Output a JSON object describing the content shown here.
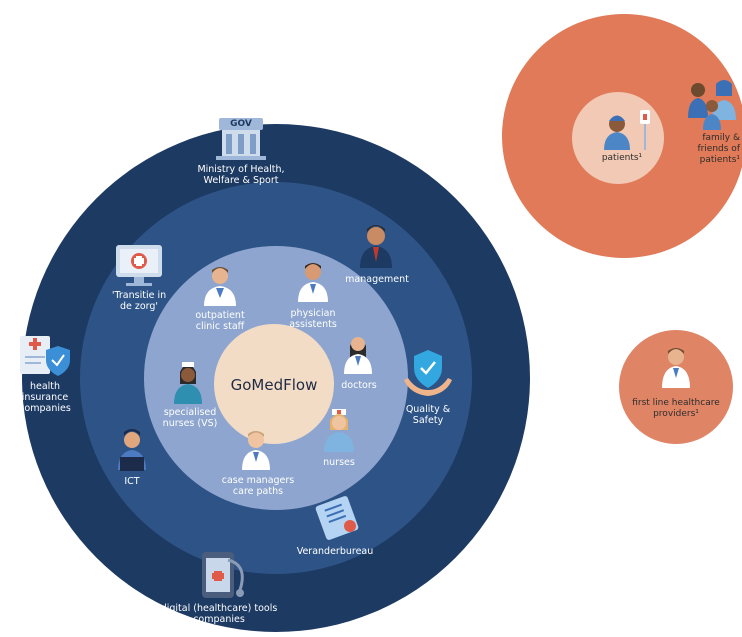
{
  "center": "GoMedFlow",
  "outer_ring": {
    "ministry": "Ministry of Health, Welfare & Sport",
    "gov_badge": "GOV",
    "health_insurance": "health insurance companies",
    "digital_tools": "digital (healthcare) tools companies"
  },
  "middle_ring": {
    "transitie": "'Transitie in de zorg'",
    "management": "management",
    "quality_safety": "Quality & Safety",
    "ict": "ICT",
    "veranderbureau": "Veranderbureau"
  },
  "inner_ring": {
    "outpatient": "outpatient clinic staff",
    "physician_assistants": "physician assistents",
    "doctors": "doctors",
    "nurses": "nurses",
    "case_managers": "case managers care paths",
    "specialised_nurses": "specialised nurses (VS)"
  },
  "patient_circle": {
    "patients": "patients¹",
    "family": "family & friends of patients¹"
  },
  "first_line": {
    "providers": "first line healthcare providers¹"
  },
  "colors": {
    "outer": "#1d3a63",
    "middle": "#2e5487",
    "inner": "#8ea6cf",
    "core": "#f2dcc6",
    "patient_outer": "#e07a58",
    "patient_inner": "#f1c9b5",
    "first_line": "#e08466"
  }
}
